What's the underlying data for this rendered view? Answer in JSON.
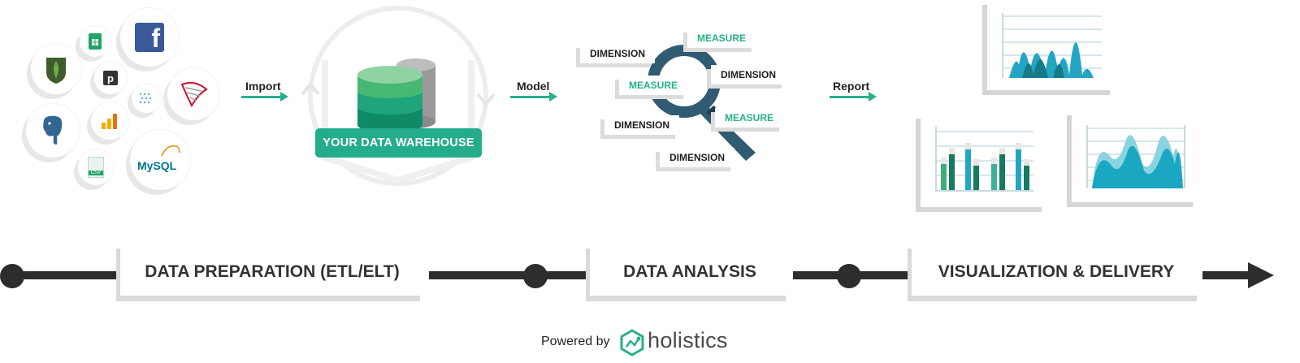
{
  "sources": {
    "icons": [
      "mongodb-icon",
      "google-sheets-icon",
      "facebook-icon",
      "producthunt-icon",
      "sql-server-icon",
      "segment-icon",
      "postgresql-icon",
      "google-analytics-icon",
      "csv-file-icon",
      "mysql-icon"
    ],
    "facebook_letter": "f",
    "producthunt_letter": "p",
    "csv_text": "CSV",
    "mysql_text": "MySQL",
    "colors": {
      "facebook": "#3b5998",
      "sheets": "#21a366",
      "mongodb": "#3f5c2d",
      "postgres": "#336791",
      "analytics": "#f9ab00",
      "mysql": "#00758f",
      "sqlserver": "#c8102e"
    }
  },
  "flow": {
    "import_label": "Import",
    "model_label": "Model",
    "report_label": "Report",
    "accent": "#27b08a"
  },
  "warehouse": {
    "label": "YOUR DATA WAREHOUSE"
  },
  "analysis_tags": [
    {
      "id": "dim1",
      "text": "DIMENSION",
      "kind": "dimension"
    },
    {
      "id": "meas1",
      "text": "MEASURE",
      "kind": "measure"
    },
    {
      "id": "meas2",
      "text": "MEASURE",
      "kind": "measure"
    },
    {
      "id": "dim2",
      "text": "DIMENSION",
      "kind": "dimension"
    },
    {
      "id": "dim3",
      "text": "DIMENSION",
      "kind": "dimension"
    },
    {
      "id": "meas3",
      "text": "MEASURE",
      "kind": "measure"
    },
    {
      "id": "dim4",
      "text": "DIMENSION",
      "kind": "dimension"
    }
  ],
  "stages": {
    "prep": "DATA PREPARATION (ETL/ELT)",
    "analysis": "DATA ANALYSIS",
    "viz": "VISUALIZATION & DELIVERY"
  },
  "footer": {
    "powered_by": "Powered by",
    "brand": "holistics"
  }
}
